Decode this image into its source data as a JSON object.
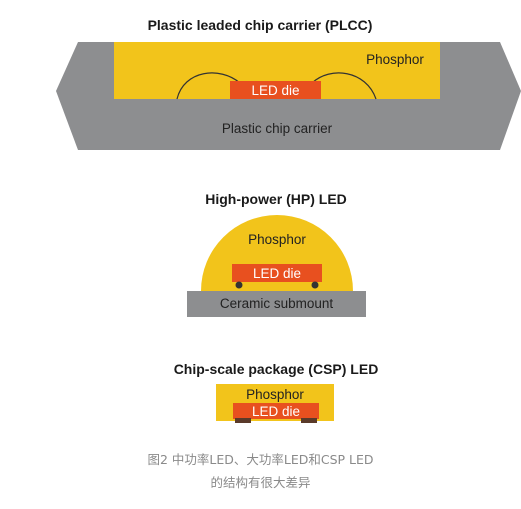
{
  "colors": {
    "phosphor": "#f2c41b",
    "die": "#e8501f",
    "carrier_gray": "#8d8e90",
    "contact": "#5a3a2a",
    "wire": "#333333",
    "caption_gray": "#8a8a8a"
  },
  "plcc": {
    "title": "Plastic leaded chip carrier (PLCC)",
    "phosphor_label": "Phosphor",
    "die_label": "LED die",
    "carrier_label": "Plastic chip carrier"
  },
  "hp": {
    "title": "High-power (HP) LED",
    "phosphor_label": "Phosphor",
    "die_label": "LED die",
    "submount_label": "Ceramic submount"
  },
  "csp": {
    "title": "Chip-scale package (CSP) LED",
    "phosphor_label": "Phosphor",
    "die_label": "LED die"
  },
  "caption": {
    "line1": "图2  中功率LED、大功率LED和CSP LED",
    "line2": "的结构有很大差异"
  }
}
